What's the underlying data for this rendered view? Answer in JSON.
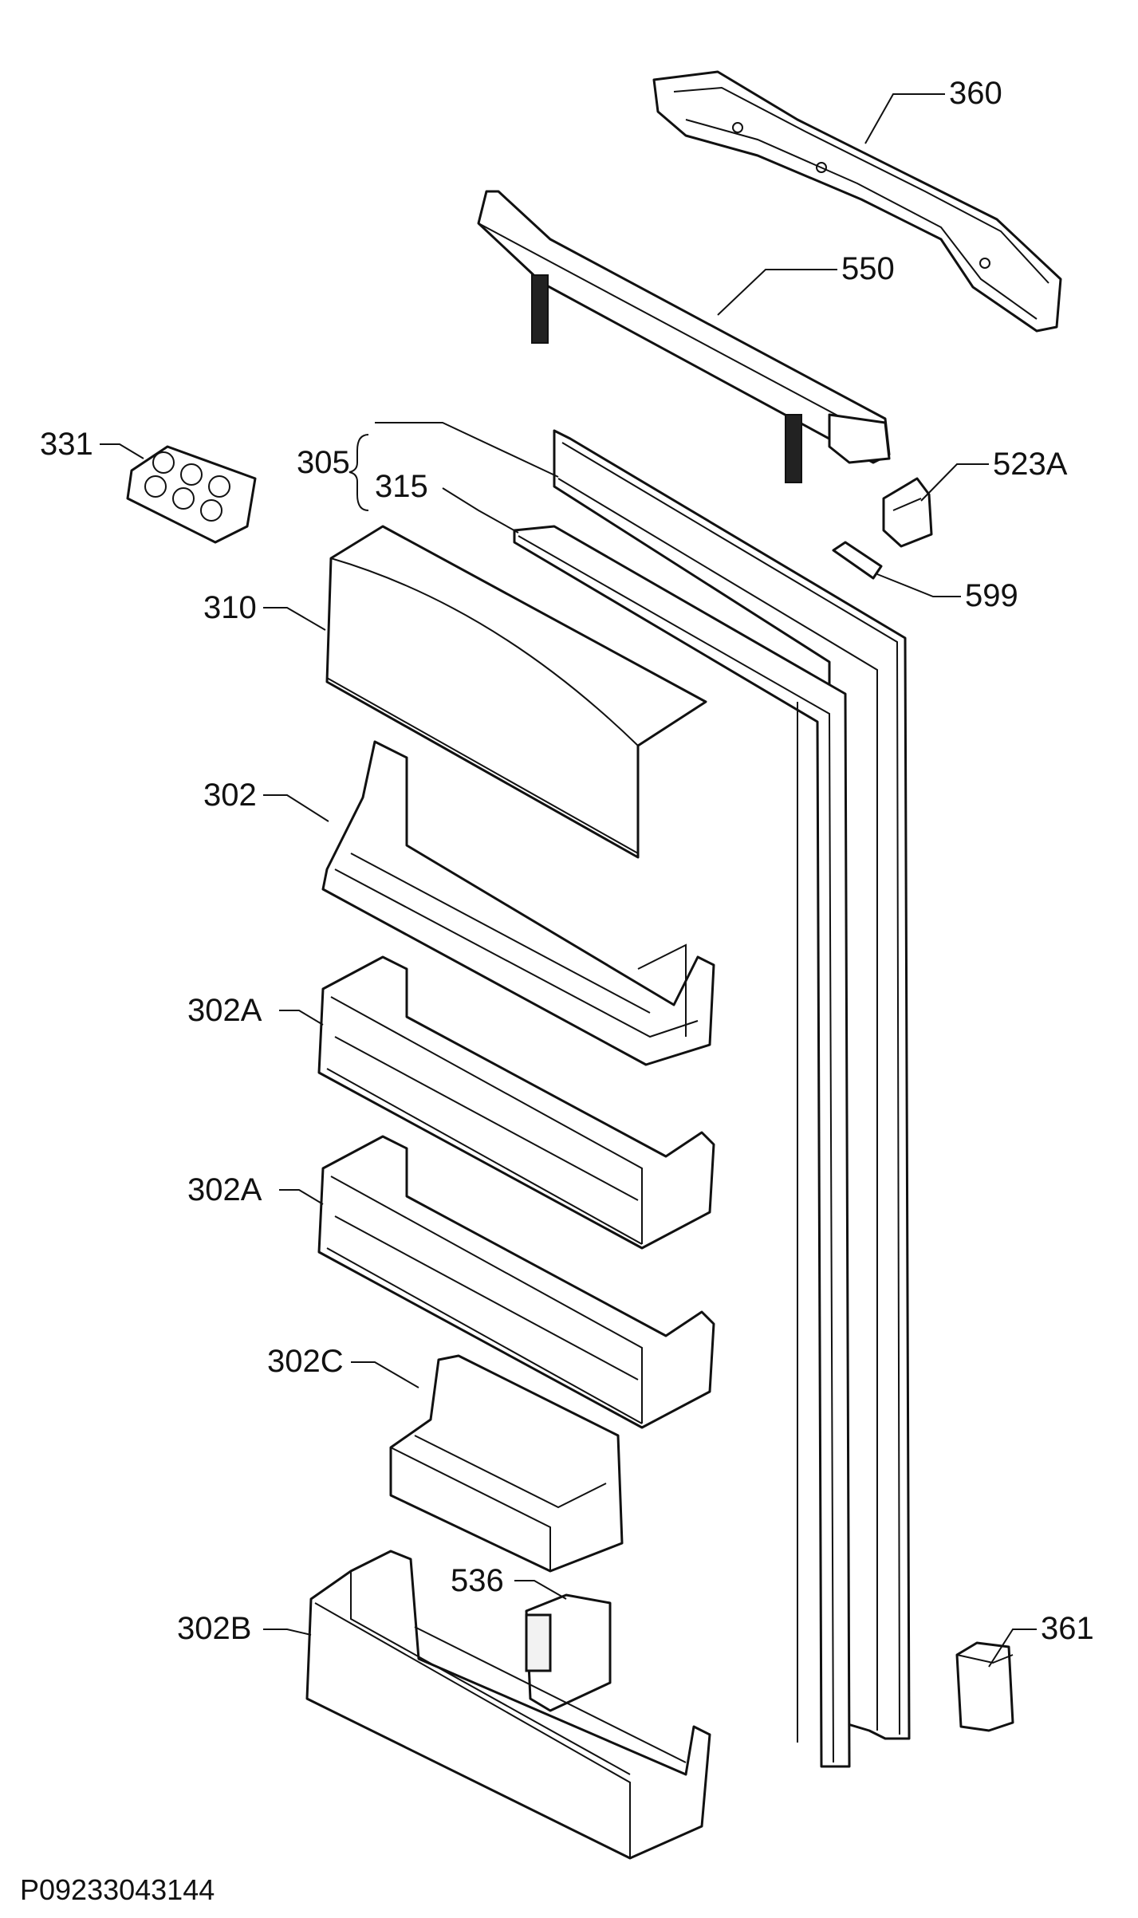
{
  "diagram": {
    "drawing_code": "P09233043144",
    "callouts": {
      "p360": "360",
      "p550": "550",
      "p331": "331",
      "p305": "305",
      "p315": "315",
      "p523a": "523A",
      "p599": "599",
      "p310": "310",
      "p302": "302",
      "p302a_1": "302A",
      "p302a_2": "302A",
      "p302c": "302C",
      "p536": "536",
      "p302b": "302B",
      "p361": "361"
    }
  }
}
